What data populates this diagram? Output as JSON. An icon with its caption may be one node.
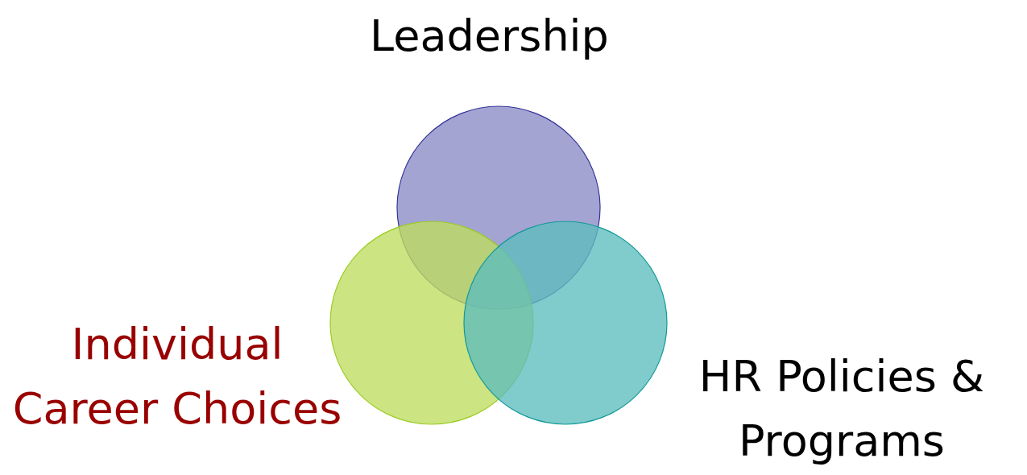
{
  "diagram": {
    "nodes": [
      {
        "text": [
          "Leadership"
        ]
      },
      {
        "text": [
          "Individual Career Choices"
        ]
      },
      {
        "text": [
          "HR Policies & Programs"
        ]
      }
    ]
  }
}
